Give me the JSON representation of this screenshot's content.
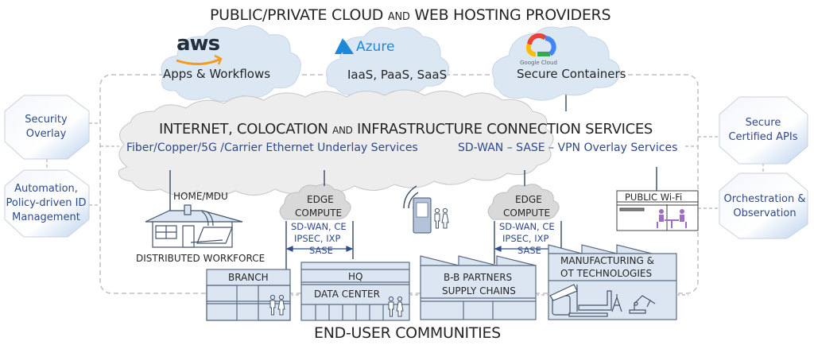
{
  "title": {
    "main": "PUBLIC/PRIVATE CLOUD",
    "small": "AND",
    "rest": "WEB HOSTING PROVIDERS"
  },
  "providers": [
    {
      "logo": "aws",
      "label": "Apps & Workflows"
    },
    {
      "logo": "Azure",
      "label": "IaaS, PaaS, SaaS"
    },
    {
      "logo": "Google Cloud",
      "label": "Secure Containers"
    }
  ],
  "core_cloud": {
    "heading_a": "INTERNET, COLOCATION",
    "heading_small": "AND",
    "heading_b": "INFRASTRUCTURE CONNECTION SERVICES",
    "underlay": "Fiber/Copper/5G /Carrier Ethernet Underlay Services",
    "overlay": "SD-WAN – SASE – VPN Overlay Services"
  },
  "side_left": [
    {
      "label": "Security Overlay"
    },
    {
      "label": "Automation, Policy-driven ID Management"
    }
  ],
  "side_right": [
    {
      "label": "Secure Certified APIs"
    },
    {
      "label": "Orchestration & Observation"
    }
  ],
  "edge": [
    {
      "line1": "EDGE",
      "line2": "COMPUTE",
      "svc1": "SD-WAN, CE",
      "svc2": "IPSEC, IXP",
      "svc3": "SASE"
    },
    {
      "line1": "EDGE",
      "line2": "COMPUTE",
      "svc1": "SD-WAN, CE",
      "svc2": "IPSEC, IXP",
      "svc3": "SASE"
    }
  ],
  "sites": {
    "home": "HOME/MDU",
    "workforce": "DISTRIBUTED WORKFORCE",
    "branch": "BRANCH",
    "hq": "HQ",
    "datacenter": "DATA CENTER",
    "partners_1": "B-B PARTNERS",
    "partners_2": "SUPPLY CHAINS",
    "mfg_1": "MANUFACTURING &",
    "mfg_2": "OT TECHNOLOGIES",
    "wifi": "PUBLIC Wi-Fi"
  },
  "footer": "END-USER COMMUNITIES",
  "colors": {
    "cloud_blue": "#dbe7f3",
    "cloud_gray": "#ededed",
    "building": "#dce6f2",
    "line_dark": "#44546a",
    "text_blue": "#2f4a8a",
    "dash": "#bfbfbf",
    "wifi_purple": "#9b6fc4"
  }
}
